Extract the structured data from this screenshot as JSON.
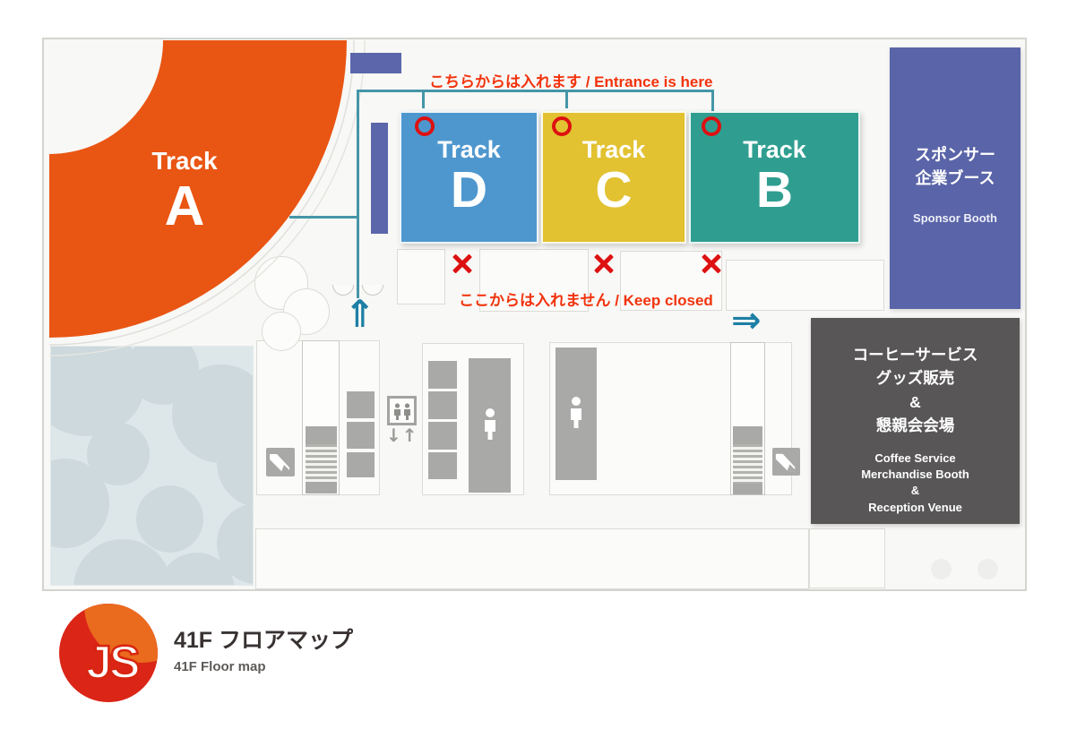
{
  "map": {
    "entrance_note": "こちらからは入れます / Entrance is here",
    "keep_closed_note": "ここからは入れません / Keep closed",
    "tracks": {
      "a": {
        "name": "Track",
        "letter": "A"
      },
      "b": {
        "name": "Track",
        "letter": "B"
      },
      "c": {
        "name": "Track",
        "letter": "C"
      },
      "d": {
        "name": "Track",
        "letter": "D"
      }
    },
    "sponsor": {
      "jp_line1": "スポンサー",
      "jp_line2": "企業ブース",
      "en": "Sponsor Booth"
    },
    "services": {
      "jp_line1": "コーヒーサービス",
      "jp_line2": "グッズ販売",
      "jp_line3": "&",
      "jp_line4": "懇親会会場",
      "en_line1": "Coffee Service",
      "en_line2": "Merchandise Booth",
      "en_line3": "&",
      "en_line4": "Reception Venue"
    }
  },
  "icons": {
    "entrance_up_arrow": "⇑",
    "exit_right_arrow": "⇒",
    "elevator_updown": "↓↑"
  },
  "footer": {
    "logo_text": "JS",
    "title_jp": "41F フロアマップ",
    "title_en": "41F Floor map"
  },
  "colors": {
    "track_a": "#E95513",
    "track_b": "#2F9E90",
    "track_c": "#E2C231",
    "track_d": "#4E97CE",
    "sponsor_booth": "#5A64A8",
    "services_box": "#585656",
    "guide_line": "#4596A8",
    "alert_red": "#DD1111",
    "note_red": "#F2330D"
  }
}
